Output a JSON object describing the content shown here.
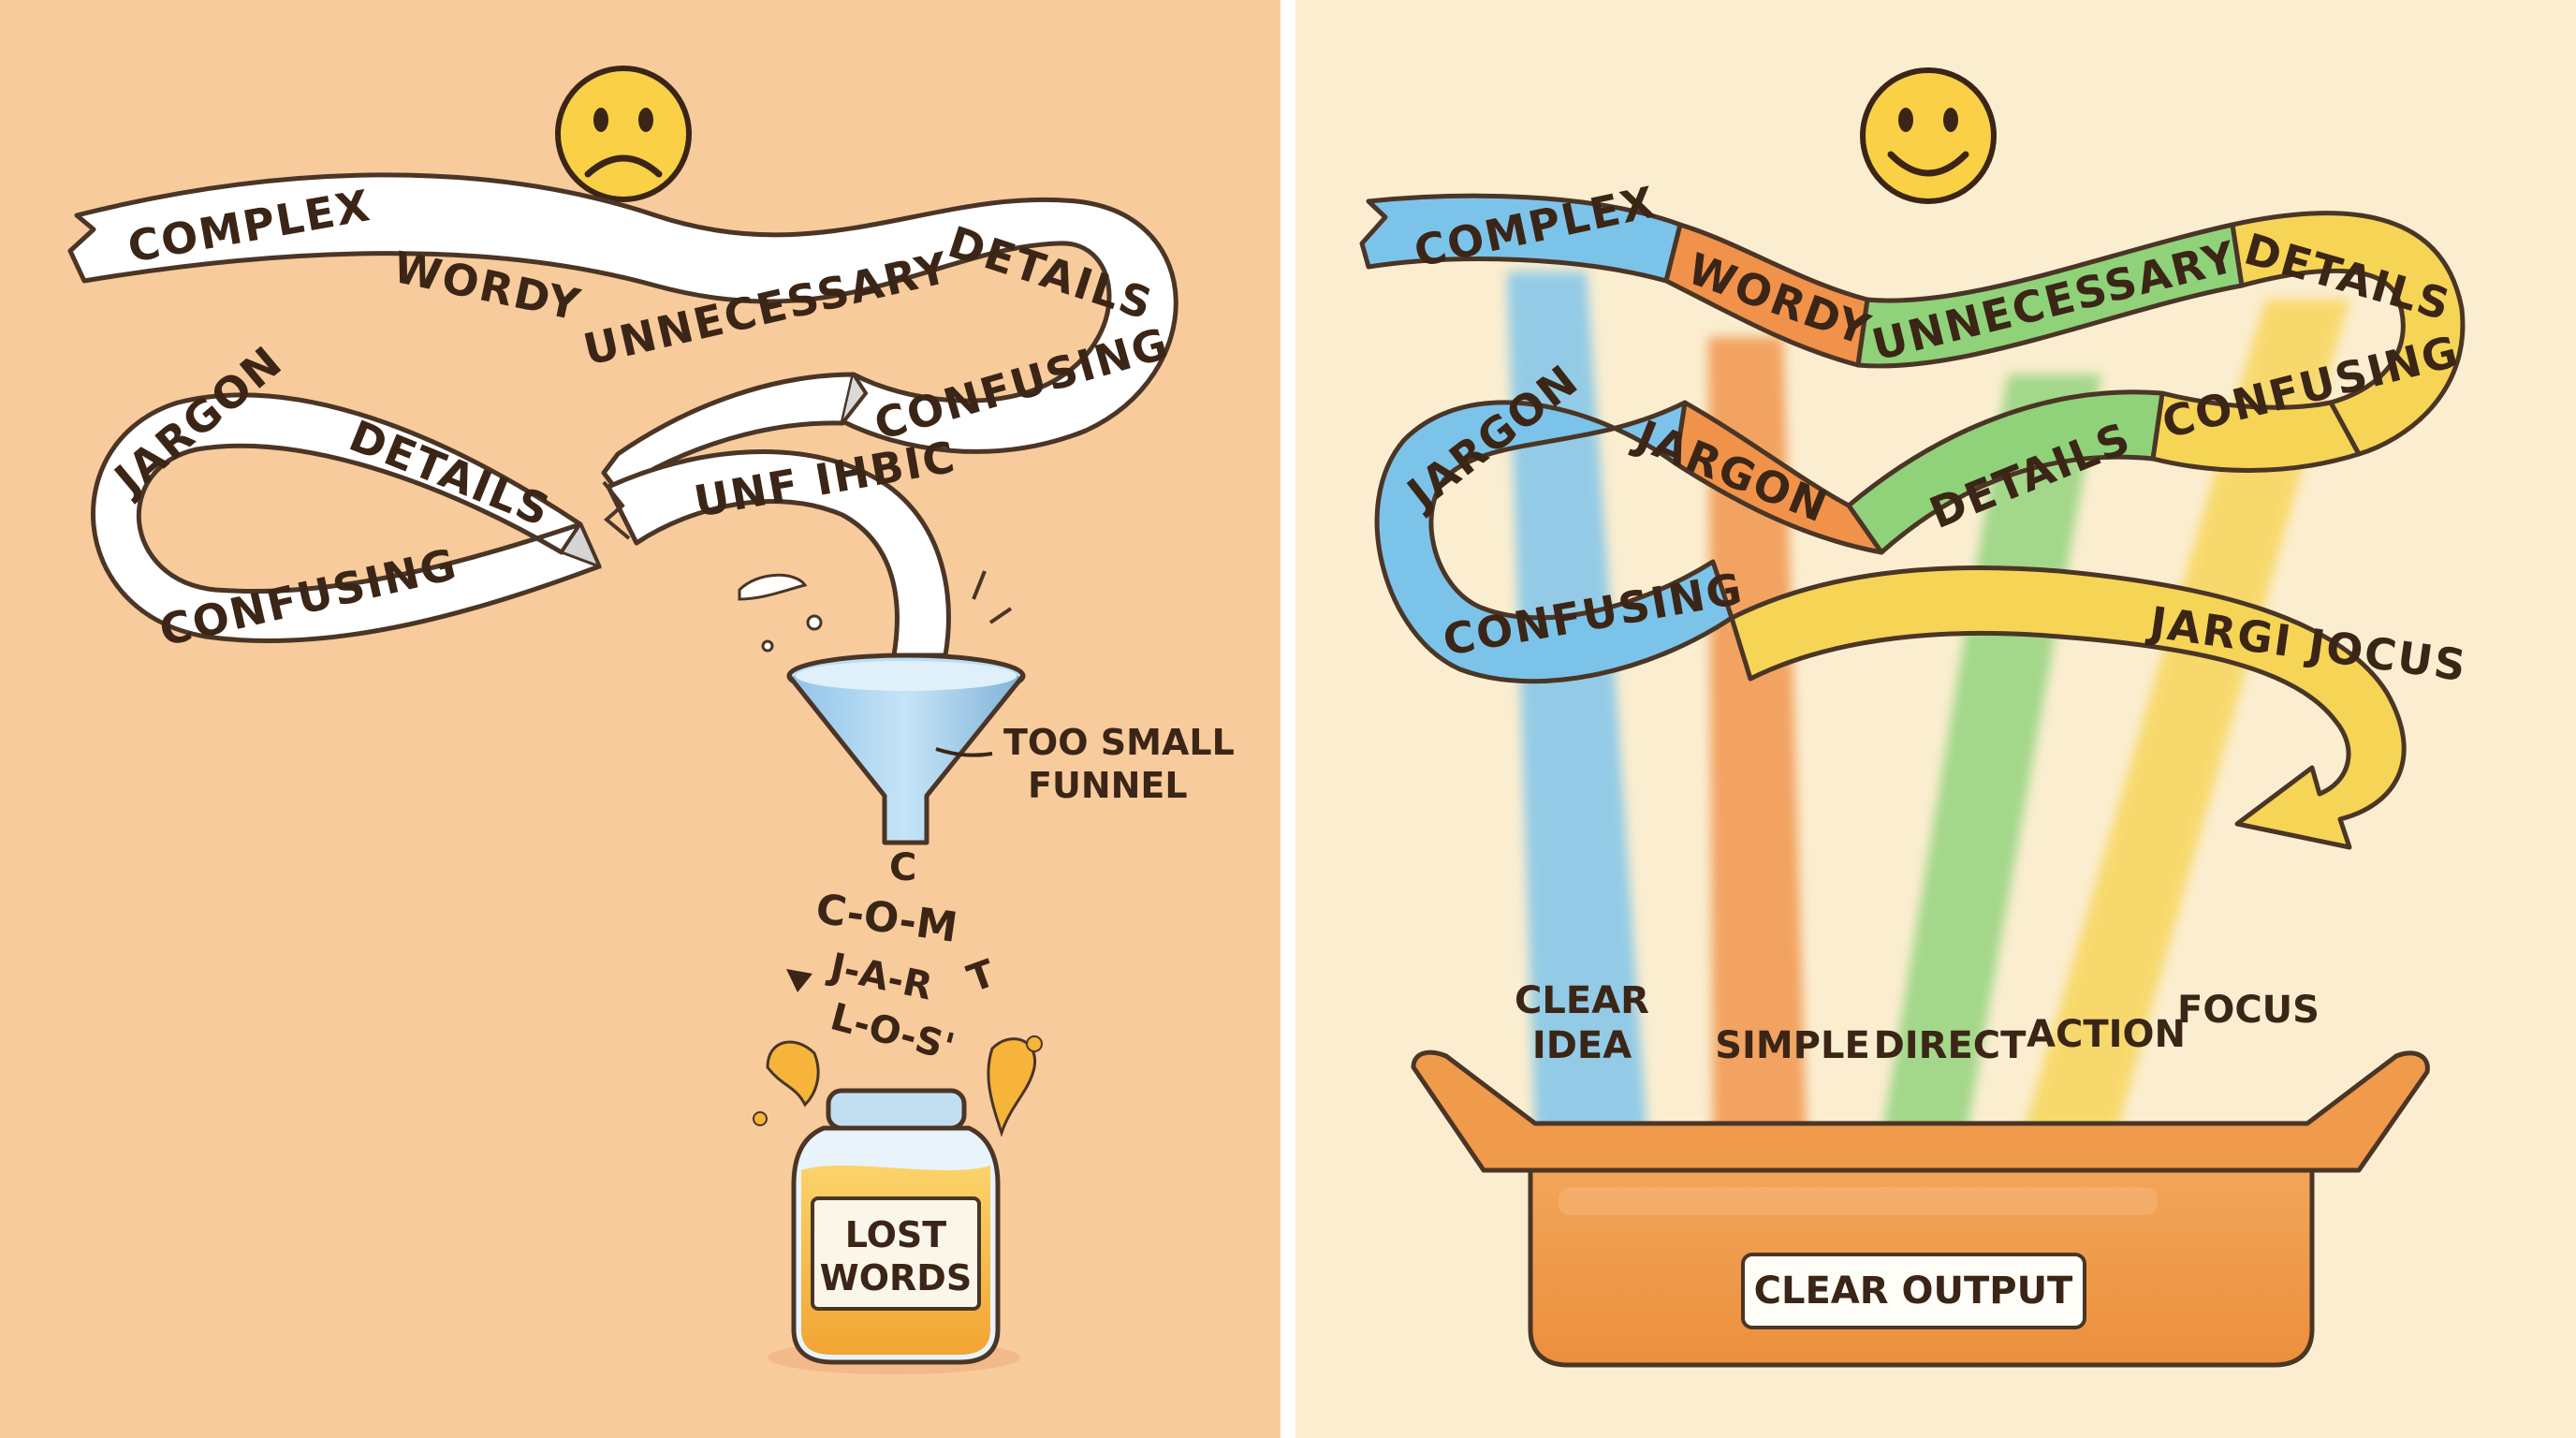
{
  "left_panel": {
    "mood_icon": "sad-face-icon",
    "ribbon_words": {
      "top": [
        "COMPLEX",
        "WORDY",
        "UNNECESSARY",
        "DETAILS"
      ],
      "middle": [
        "JARGON",
        "DETAILS"
      ],
      "right_loop": "CONFUSING",
      "lower_loop": "CONFUSING",
      "broken": "UNF IHBIC"
    },
    "funnel_label": [
      "TOO SMALL",
      "FUNNEL"
    ],
    "falling_letters": [
      "C",
      "C-O-M",
      "T",
      "J-A-R",
      "L-O-S'"
    ],
    "jar_label": [
      "LOST",
      "WORDS"
    ],
    "background_color": "#f8cb9c"
  },
  "right_panel": {
    "mood_icon": "smile-face-icon",
    "ribbon_segments": [
      {
        "text": "COMPLEX",
        "color": "#7cc3ea"
      },
      {
        "text": "WORDY",
        "color": "#f0924a"
      },
      {
        "text": "UNNECESSARY",
        "color": "#8fd27a"
      },
      {
        "text": "DETAILS",
        "color": "#f6d456"
      },
      {
        "text": "JARGON",
        "color": "#7cc3ea"
      },
      {
        "text": "JARGON",
        "color": "#f0924a"
      },
      {
        "text": "DETAILS",
        "color": "#8fd27a"
      },
      {
        "text": "CONFUSING",
        "color": "#f6d456"
      },
      {
        "text": "CONFUSING",
        "color": "#7cc3ea"
      },
      {
        "text": "JARGI JOCUS",
        "color": "#f6d456"
      }
    ],
    "beam_labels": [
      {
        "lines": [
          "CLEAR",
          "IDEA"
        ],
        "color": "#7cc3ea"
      },
      {
        "lines": [
          "SIMPLE"
        ],
        "color": "#f0924a"
      },
      {
        "lines": [
          "DIRECT"
        ],
        "color": "#8fd27a"
      },
      {
        "lines": [
          "ACTION"
        ],
        "color": "#f6d456"
      },
      {
        "lines": [
          "FOCUS"
        ],
        "color": "#f6d456"
      }
    ],
    "tray_label": "CLEAR OUTPUT",
    "background_color": "#fbeed0"
  }
}
